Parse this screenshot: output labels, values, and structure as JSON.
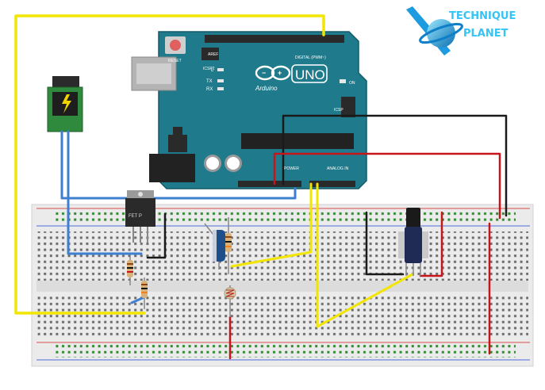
{
  "logo": {
    "line1": "TECHNIQUE",
    "line2": "PLANET"
  },
  "arduino": {
    "brand": "Arduino",
    "model": "UNO",
    "reset_label": "RESET",
    "icsp_label": "ICSP2",
    "icsp_label2": "ICSP",
    "digital_label": "DIGITAL (PWM~)",
    "power_label": "POWER",
    "analog_label": "ANALOG IN",
    "led_l": "L",
    "led_tx": "TX",
    "led_rx": "RX",
    "aref_label": "AREF",
    "on_label": "ON"
  },
  "components": {
    "transistor_label": "FET P"
  },
  "colors": {
    "board": "#1f7a8c",
    "wire_yellow": "#f2e600",
    "wire_blue": "#3f7fcf",
    "wire_red": "#c8151b",
    "wire_black": "#1a1a1a"
  }
}
